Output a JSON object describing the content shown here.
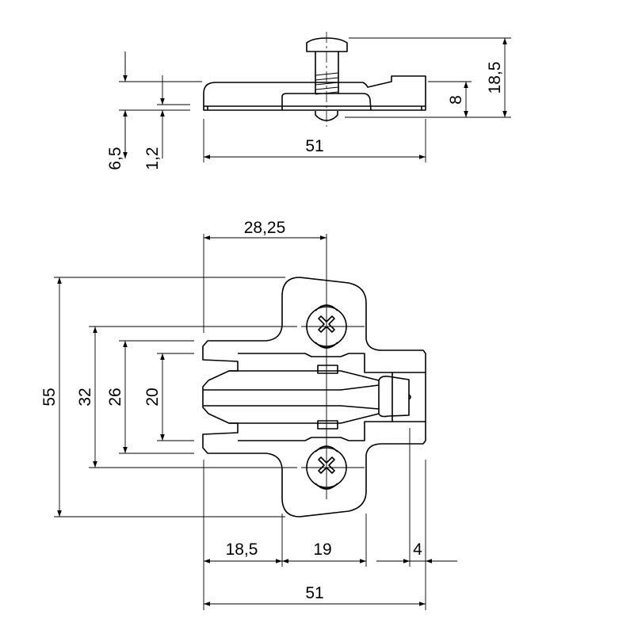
{
  "title": "Mounting plate technical drawing",
  "side_view": {
    "dims": {
      "width": "51",
      "height_total": "18,5",
      "height_plate": "8",
      "thickness": "6,5",
      "base": "1,2"
    }
  },
  "top_view": {
    "dims": {
      "screw_offset": "28,25",
      "overall_height": "55",
      "screw_spacing": "32",
      "body_height": "26",
      "slot_height": "20",
      "left_segment": "18,5",
      "mid_segment": "19",
      "right_segment": "4",
      "overall_width": "51"
    }
  },
  "colors": {
    "line": "#000000",
    "background": "#ffffff"
  }
}
